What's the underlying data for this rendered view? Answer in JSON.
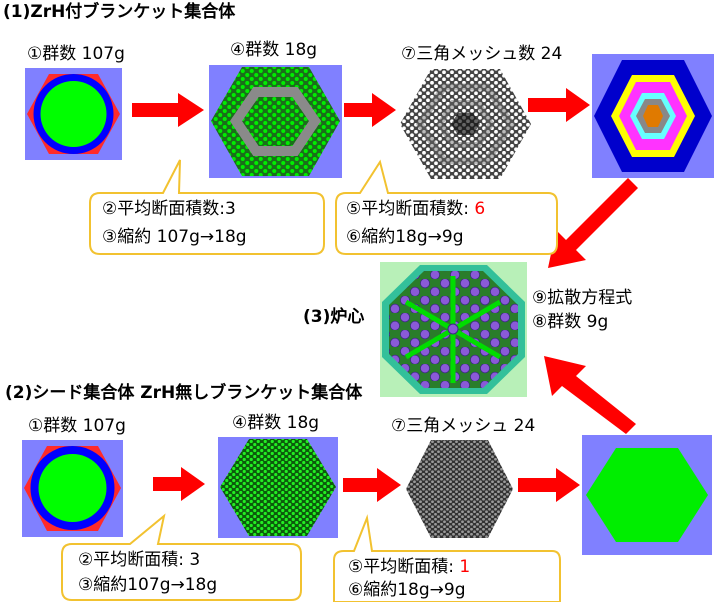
{
  "colors": {
    "accent_red": "#ff0000",
    "callout_border": "#f2c230",
    "panel_bg": "#8080ff",
    "fuel_green": "#00ff00",
    "ring_blue": "#0000ff",
    "core_bg": "#b8f0b8"
  },
  "section1": {
    "title": "(1)ZrH付ブランケット集合体",
    "step1": "①群数 107g",
    "step4": "④群数 18g",
    "step7": "⑦三角メッシュ数 24",
    "callout_a": {
      "line1": "②平均断面積数:3",
      "line2": "③縮約 107g→18g"
    },
    "callout_b": {
      "line1_prefix": "⑤平均断面積数: ",
      "line1_value": "6",
      "line2": "⑥縮約18g→9g"
    }
  },
  "section3": {
    "title": "(3)炉心",
    "line1": "⑨拡散方程式",
    "line2": "⑧群数  9g"
  },
  "section2": {
    "title": "(2)シード集合体  ZrH無しブランケット集合体",
    "step1": "①群数 107g",
    "step4": "④群数 18g",
    "step7": "⑦三角メッシュ 24",
    "callout_a": {
      "line1": "②平均断面積: 3",
      "line2": "③縮約107g→18g"
    },
    "callout_b": {
      "line1_prefix": "⑤平均断面積: ",
      "line1_value": "1",
      "line2": "⑥縮約18g→9g"
    }
  }
}
